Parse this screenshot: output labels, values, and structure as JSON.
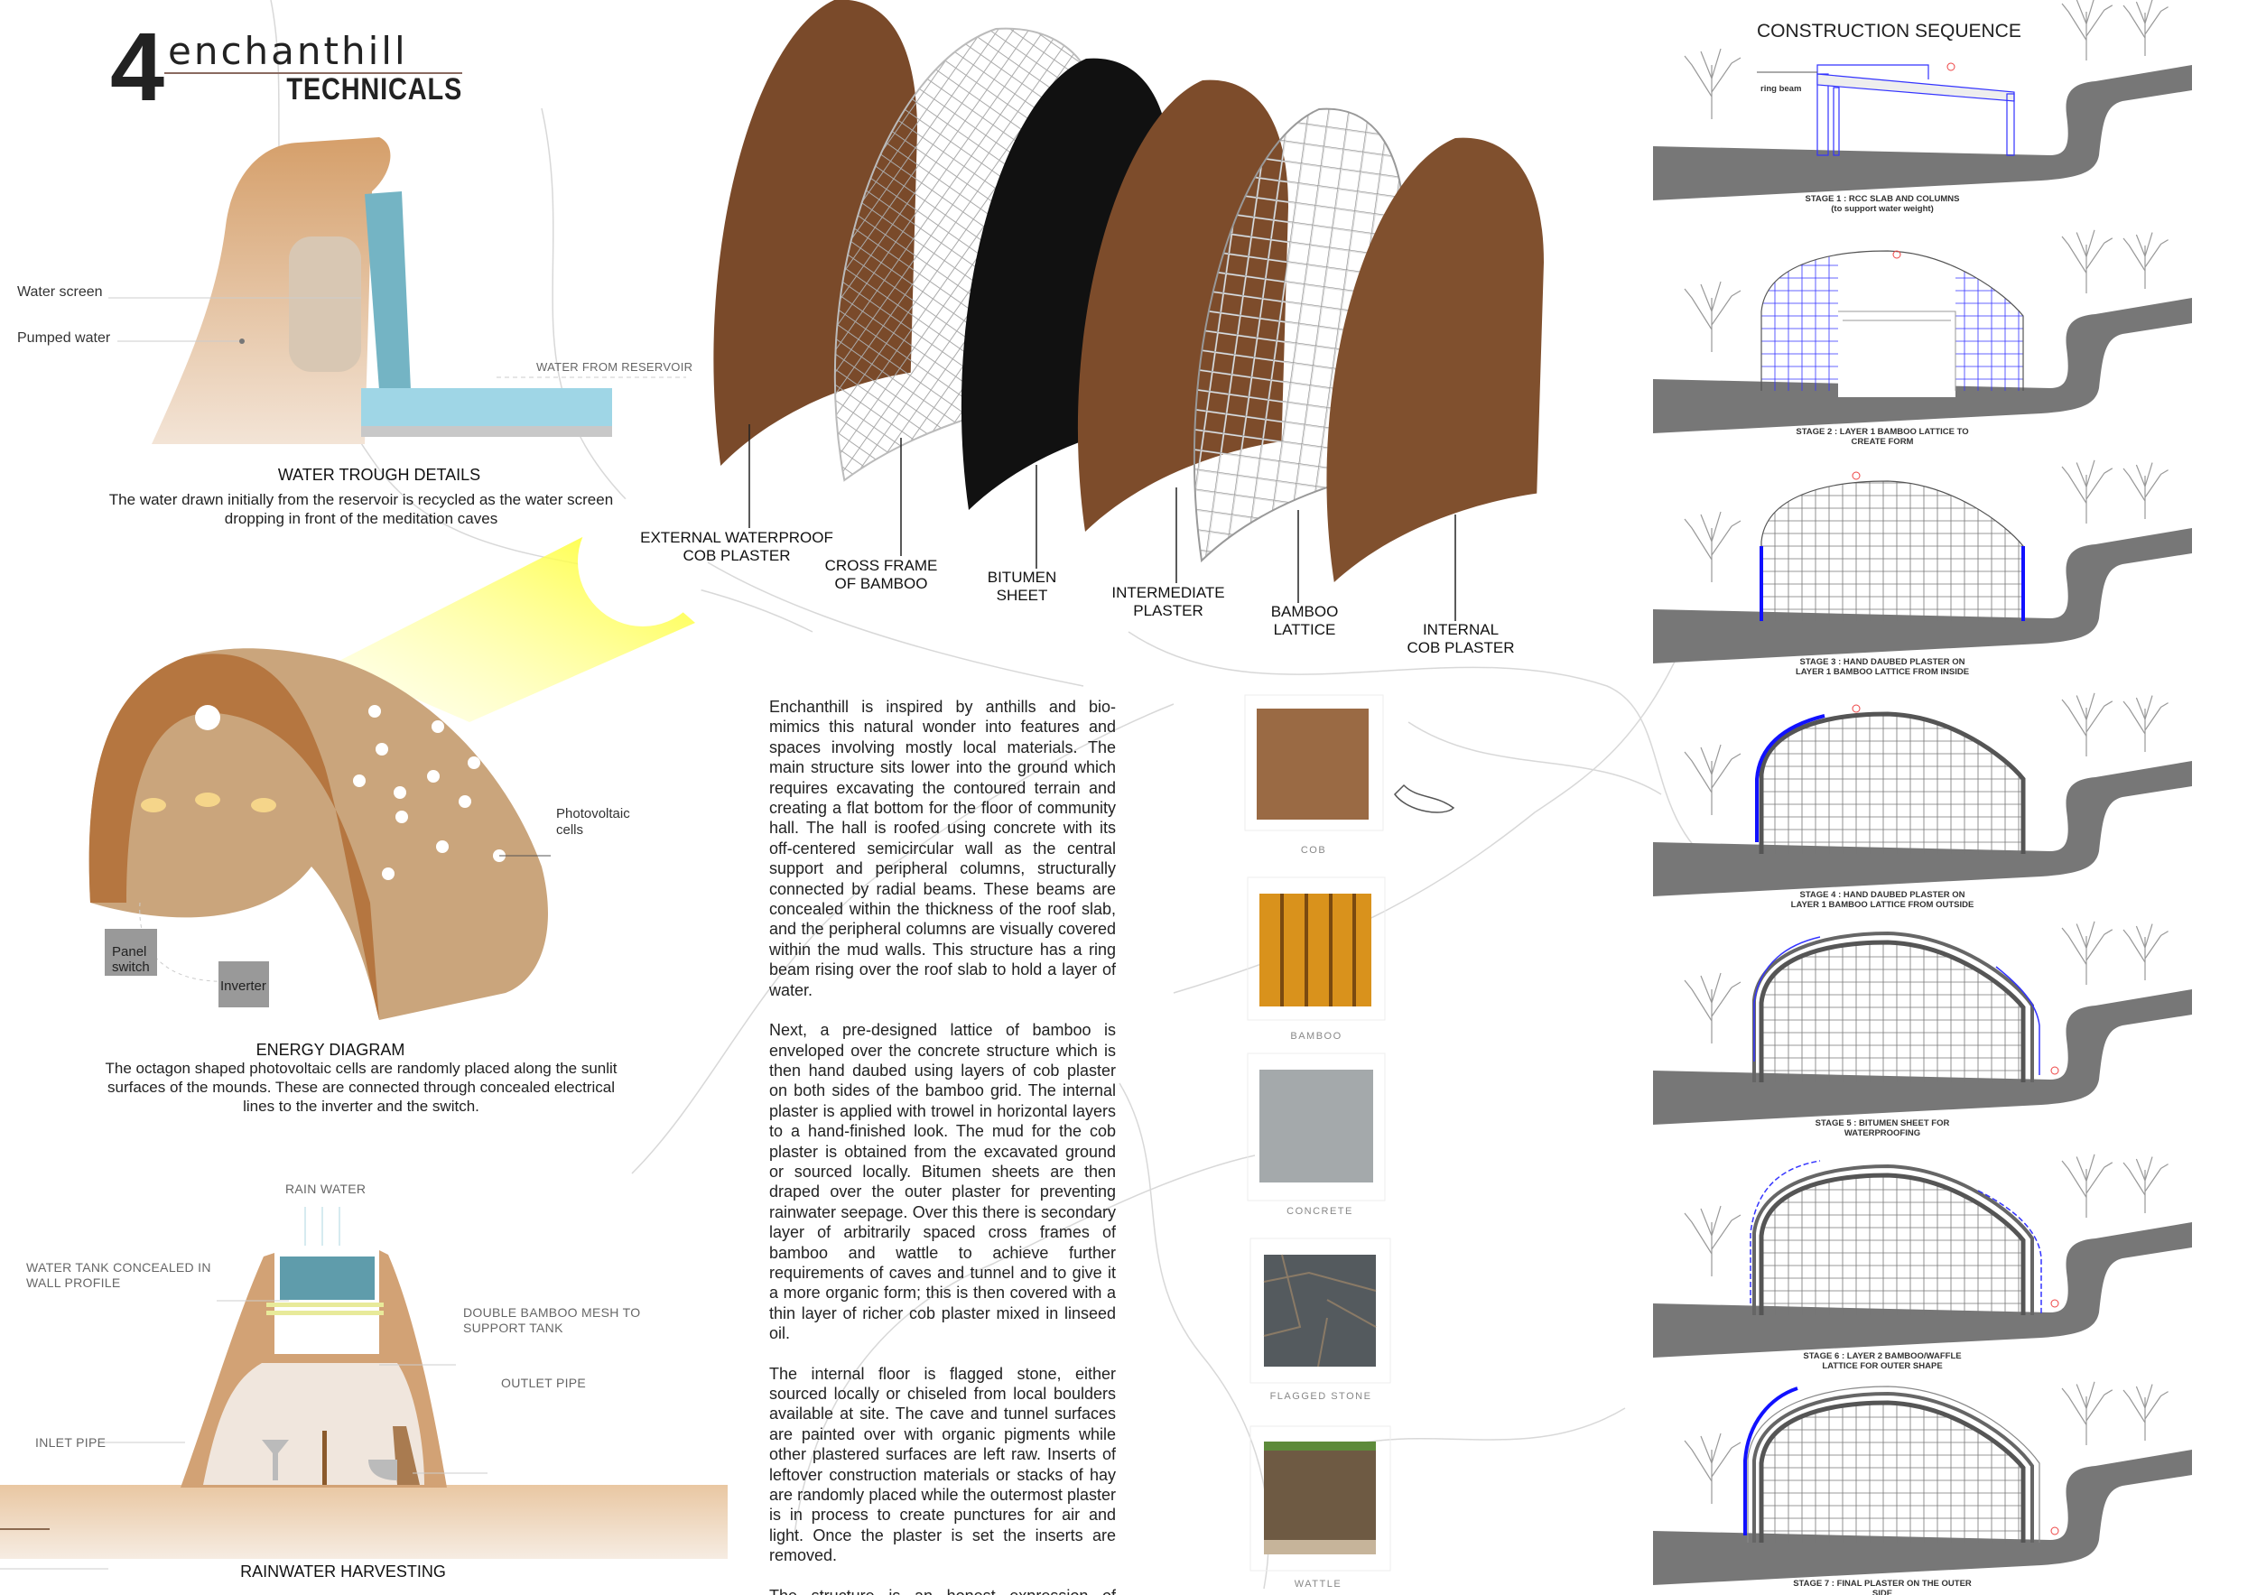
{
  "header": {
    "number": "4",
    "title": "enchanthill",
    "subtitle": "TECHNICALS"
  },
  "water_trough": {
    "water_screen": "Water screen",
    "pumped_water": "Pumped water",
    "water_from_reservoir": "WATER FROM RESERVOIR",
    "title": "WATER TROUGH DETAILS",
    "caption_lines": [
      "The water drawn initially from the reservoir is recycled as the water screen",
      "dropping in front of the meditation caves"
    ]
  },
  "energy": {
    "photovoltaic_lines": [
      "Photovoltaic",
      "cells"
    ],
    "panel_switch_lines": [
      "Panel",
      "switch"
    ],
    "inverter": "Inverter",
    "title": "ENERGY DIAGRAM",
    "caption_lines": [
      "The octagon shaped photovoltaic cells are randomly placed along the sunlit",
      "surfaces of the mounds. These are connected through concealed electrical",
      "lines to the inverter and the switch."
    ]
  },
  "rainwater": {
    "rain_water": "RAIN WATER",
    "water_tank_lines": [
      "WATER TANK CONCEALED IN",
      "WALL PROFILE"
    ],
    "bamboo_mesh_lines": [
      "DOUBLE BAMBOO MESH TO",
      "SUPPORT TANK"
    ],
    "outlet_pipe": "OUTLET PIPE",
    "inlet_pipe": "INLET PIPE",
    "title": "RAINWATER HARVESTING"
  },
  "layers": [
    {
      "lines": [
        "EXTERNAL WATERPROOF",
        "COB PLASTER"
      ]
    },
    {
      "lines": [
        "CROSS FRAME",
        "OF BAMBOO"
      ]
    },
    {
      "lines": [
        "BITUMEN",
        "SHEET"
      ]
    },
    {
      "lines": [
        "INTERMEDIATE",
        "PLASTER"
      ]
    },
    {
      "lines": [
        "BAMBOO",
        "LATTICE"
      ]
    },
    {
      "lines": [
        "INTERNAL",
        "COB PLASTER"
      ]
    }
  ],
  "description": {
    "paragraphs": [
      "Enchanthill is inspired by anthills and bio-mimics this natural wonder into features and spaces involving mostly local materials. The main structure sits lower into the ground which requires excavating the contoured terrain and creating a flat bottom for the floor of community hall. The hall is roofed using concrete with its off-centered semicircular wall as the central support and peripheral columns, structurally connected by radial beams. These beams are concealed within the thickness of the roof slab, and the peripheral columns are visually covered within the mud walls. This structure has a ring beam rising over the roof slab to hold a layer of water.",
      "Next, a pre-designed lattice of bamboo is enveloped over the concrete structure which is then hand daubed using layers of cob plaster on both sides of the bamboo grid. The internal plaster is applied with trowel in horizontal layers to a hand-finished look. The mud for the cob plaster is obtained from the excavated ground or sourced locally. Bitumen sheets are then draped over the outer plaster for preventing rainwater seepage. Over this there is secondary layer of arbitrarily spaced cross frames of bamboo and wattle to achieve further requirements of caves and tunnel and to give it a more organic form; this is then covered with a thin layer of richer cob plaster mixed in linseed oil.",
      "The internal floor is flagged stone, either sourced locally or chiseled from local boulders available at site. The cave and tunnel surfaces are painted over with organic pigments while other plastered surfaces are left raw. Inserts of leftover construction materials or stacks of hay are randomly placed while the outermost plaster is in process to create punctures for air and light. Once the plaster is set the inserts are removed.",
      "The structure is an honest expression of material and nature in its truest relevance."
    ]
  },
  "materials": [
    {
      "label": "COB"
    },
    {
      "label": "BAMBOO"
    },
    {
      "label": "CONCRETE"
    },
    {
      "label": "FLAGGED STONE"
    },
    {
      "label": "WATTLE"
    }
  ],
  "construction": {
    "title": "CONSTRUCTION SEQUENCE",
    "ring_beam": "ring beam",
    "stages": [
      {
        "lines": [
          "STAGE 1 : RCC SLAB AND COLUMNS",
          "(to support water weight)"
        ]
      },
      {
        "lines": [
          "STAGE 2 : LAYER 1 BAMBOO LATTICE TO",
          "CREATE FORM"
        ]
      },
      {
        "lines": [
          "STAGE 3 : HAND DAUBED PLASTER ON",
          "LAYER 1 BAMBOO LATTICE FROM INSIDE"
        ]
      },
      {
        "lines": [
          "STAGE 4 : HAND DAUBED PLASTER ON",
          "LAYER 1 BAMBOO LATTICE FROM OUTSIDE"
        ]
      },
      {
        "lines": [
          "STAGE 5 : BITUMEN SHEET FOR",
          "WATERPROOFING"
        ]
      },
      {
        "lines": [
          "STAGE 6 : LAYER 2 BAMBOO/WAFFLE",
          "LATTICE FOR OUTER SHAPE"
        ]
      },
      {
        "lines": [
          "STAGE 7 : FINAL PLASTER ON THE OUTER",
          "SIDE"
        ]
      }
    ]
  },
  "colors": {
    "cob": "#7a4a2a",
    "bitumen": "#111111",
    "ground": "#777777",
    "lattice_blue": "#1a1aff",
    "water": "#8fd0e0",
    "sun": "#ffff33"
  }
}
